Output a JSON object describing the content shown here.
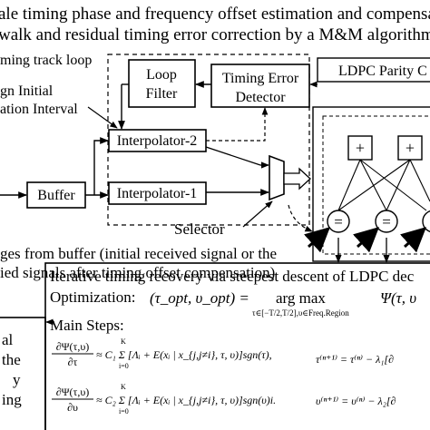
{
  "header": {
    "line1": "ale timing phase and frequency offset estimation and compensation",
    "line2": "walk and residual timing error correction by a M&M algorithm wit"
  },
  "labels": {
    "timing_track_loop": "ming track loop",
    "initial_interval_1": "gn Initial",
    "initial_interval_2": "ation Interval",
    "loop_filter_1": "Loop",
    "loop_filter_2": "Filter",
    "ted_1": "Timing Error",
    "ted_2": "Detector",
    "ldpc_parity": "LDPC Parity C",
    "interpolator_2": "Interpolator-2",
    "interpolator_1": "Interpolator-1",
    "buffer": "Buffer",
    "selector": "Selector",
    "check_node_symbol": "+",
    "var_node_symbol": "=",
    "note_1": "ges from buffer (initial received signal or the",
    "note_2": "ied signals after timing offset compensation)"
  },
  "bottom_box": {
    "title": "Iterative timing recovery via steepest descent of LDPC dec",
    "optimization_label": "Optimization:",
    "opt_lhs": "(τ_opt, υ_opt) =",
    "argmax": "arg max",
    "argmax_sub": "τ∈[−T/2,T/2],υ∈Freq.Region",
    "psi": "Ψ(τ, υ",
    "main_steps": "Main Steps:",
    "eq1_lhs_num": "∂Ψ(τ,υ)",
    "eq1_lhs_den": "∂τ",
    "eq1_rhs": "≈ C₁ Σ [Λᵢ + E(xᵢ | x_{j,j≠i}, τ, υ)]sgn(τ),",
    "eq1_sum_top": "K",
    "eq1_sum_bot": "i=0",
    "eq2_lhs_num": "∂Ψ(τ,υ)",
    "eq2_lhs_den": "∂υ",
    "eq2_rhs": "≈ C₂ Σ [Λᵢ + E(xᵢ | x_{j,j≠i}, τ, υ)]sgn(υ)i.",
    "eq2_sum_top": "K",
    "eq2_sum_bot": "i=0",
    "update1": "τ⁽ⁿ⁺¹⁾ = τ⁽ⁿ⁾ − λ₁[∂",
    "update2": "υ⁽ⁿ⁺¹⁾ = υ⁽ⁿ⁾ − λ₂[∂"
  },
  "left_box": {
    "line1": "al",
    "line2": "the",
    "line3": "y",
    "line4": "ing"
  }
}
